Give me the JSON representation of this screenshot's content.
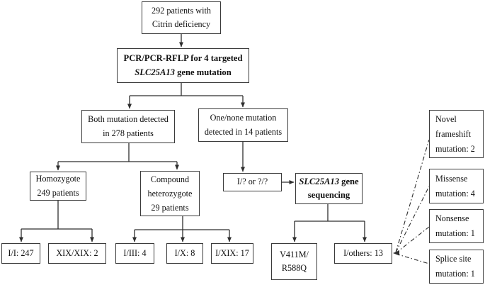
{
  "diagram": {
    "type": "flowchart",
    "nodes": {
      "patients292": {
        "lines": [
          "292 patients with",
          "Citrin deficiency"
        ]
      },
      "pcr": {
        "line1": "PCR/PCR-RFLP for 4 targeted",
        "gene": "SLC25A13",
        "line2rest": " gene mutation"
      },
      "bothDetected": {
        "lines": [
          "Both mutation detected",
          "in 278 patients"
        ]
      },
      "oneNone": {
        "lines": [
          "One/none mutation",
          "detected in 14 patients"
        ]
      },
      "homozygote": {
        "lines": [
          "Homozygote",
          "249 patients"
        ]
      },
      "compound": {
        "lines": [
          "Compound",
          "heterozygote",
          "29 patients"
        ]
      },
      "unknownGenotype": {
        "label": "I/? or ?/?"
      },
      "sequencing": {
        "gene": "SLC25A13",
        "line1rest": " gene",
        "line2": "sequencing"
      },
      "ii247": {
        "label": "I/I: 247"
      },
      "xixxix2": {
        "label": "XIX/XIX: 2"
      },
      "iiii4": {
        "label": "I/III: 4"
      },
      "ix8": {
        "label": "I/X: 8"
      },
      "ixix17": {
        "label": "I/XIX: 17"
      },
      "v411m": {
        "lines": [
          "V411M/",
          "R588Q"
        ]
      },
      "iOthers13": {
        "label": "I/others: 13"
      },
      "novelFrameshift": {
        "lines": [
          "Novel",
          "frameshift",
          "mutation: 2"
        ]
      },
      "missense": {
        "lines": [
          "Missense",
          "mutation: 4"
        ]
      },
      "nonsense": {
        "lines": [
          "Nonsense",
          "mutation: 1"
        ]
      },
      "spliceSite": {
        "lines": [
          "Splice site",
          "mutation: 1"
        ]
      }
    },
    "edges": [
      {
        "from": "patients292",
        "to": "pcr",
        "style": "solid-arrow"
      },
      {
        "from": "pcr",
        "to": "bothDetected",
        "style": "solid-arrow"
      },
      {
        "from": "pcr",
        "to": "oneNone",
        "style": "solid-arrow"
      },
      {
        "from": "bothDetected",
        "to": "homozygote",
        "style": "solid-arrow"
      },
      {
        "from": "bothDetected",
        "to": "compound",
        "style": "solid-arrow"
      },
      {
        "from": "oneNone",
        "to": "unknownGenotype",
        "style": "solid-arrow"
      },
      {
        "from": "unknownGenotype",
        "to": "sequencing",
        "style": "solid-arrow"
      },
      {
        "from": "homozygote",
        "to": "ii247",
        "style": "solid-arrow"
      },
      {
        "from": "homozygote",
        "to": "xixxix2",
        "style": "solid-arrow"
      },
      {
        "from": "compound",
        "to": "iiii4",
        "style": "solid-arrow"
      },
      {
        "from": "compound",
        "to": "ix8",
        "style": "solid-arrow"
      },
      {
        "from": "compound",
        "to": "ixix17",
        "style": "solid-arrow"
      },
      {
        "from": "sequencing",
        "to": "v411m",
        "style": "solid-arrow"
      },
      {
        "from": "sequencing",
        "to": "iOthers13",
        "style": "solid-arrow"
      },
      {
        "from": "novelFrameshift",
        "to": "iOthers13",
        "style": "dash-dot-arrow"
      },
      {
        "from": "missense",
        "to": "iOthers13",
        "style": "dash-dot-arrow"
      },
      {
        "from": "nonsense",
        "to": "iOthers13",
        "style": "dash-dot-arrow"
      },
      {
        "from": "spliceSite",
        "to": "iOthers13",
        "style": "dash-dot-arrow"
      }
    ],
    "colors": {
      "boxBorder": "#3a3a3a",
      "connector": "#2e2e2e",
      "text": "#111111",
      "background": "#ffffff"
    }
  }
}
